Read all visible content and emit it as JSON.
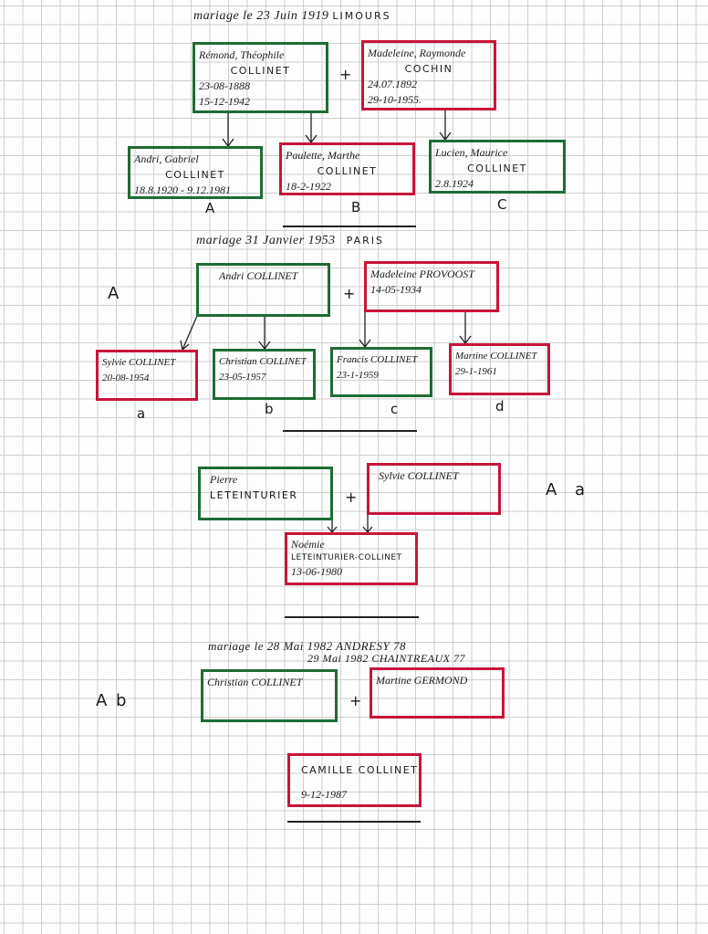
{
  "gen1": {
    "title": "mariage le 23 Juin 1919",
    "place": "LIMOURS",
    "husband": {
      "given": "Rémond, Théophile",
      "surname": "COLLINET",
      "birth": "23-08-1888",
      "death": "15-12-1942"
    },
    "wife": {
      "given": "Madeleine, Raymonde",
      "surname": "COCHIN",
      "birth": "24.07.1892",
      "death": "29-10-1955."
    },
    "plus": "+",
    "children": [
      {
        "given": "Andri, Gabriel",
        "surname": "COLLINET",
        "dates": "18.8.1920 - 9.12.1981",
        "label": "A"
      },
      {
        "given": "Paulette, Marthe",
        "surname": "COLLINET",
        "dates": "18-2-1922",
        "label": "B"
      },
      {
        "given": "Lucien, Maurice",
        "surname": "COLLINET",
        "dates": "2.8.1924",
        "label": "C"
      }
    ]
  },
  "gen2": {
    "title": "mariage 31 Janvier 1953",
    "place": "PARIS",
    "branch": "A",
    "husband": {
      "name": "Andri COLLINET"
    },
    "wife": {
      "name": "Madeleine PROVOOST",
      "birth": "14-05-1934"
    },
    "plus": "+",
    "children": [
      {
        "name": "Sylvie COLLINET",
        "birth": "20-08-1954",
        "label": "a"
      },
      {
        "name": "Christian COLLINET",
        "birth": "23-05-1957",
        "label": "b"
      },
      {
        "name": "Francis COLLINET",
        "birth": "23-1-1959",
        "label": "c"
      },
      {
        "name": "Martine COLLINET",
        "birth": "29-1-1961",
        "label": "d"
      }
    ]
  },
  "gen3a": {
    "branch": "A a",
    "husband": {
      "given": "Pierre",
      "surname": "LETEINTURIER"
    },
    "wife": {
      "name": "Sylvie COLLINET"
    },
    "plus": "+",
    "child": {
      "given": "Noémie",
      "surname": "LETEINTURIER-COLLINET",
      "birth": "13-06-1980"
    }
  },
  "gen3b": {
    "title_line1": "mariage le 28 Mai 1982 ANDRESY 78",
    "title_line2": "29 Mai 1982 CHAINTREAUX 77",
    "branch": "A b",
    "husband": {
      "name": "Christian COLLINET"
    },
    "wife": {
      "name": "Martine GERMOND"
    },
    "plus": "+",
    "child": {
      "name": "CAMILLE COLLINET",
      "birth": "9-12-1987"
    }
  },
  "colors": {
    "male": "#1f6b35",
    "female": "#c8153a"
  }
}
